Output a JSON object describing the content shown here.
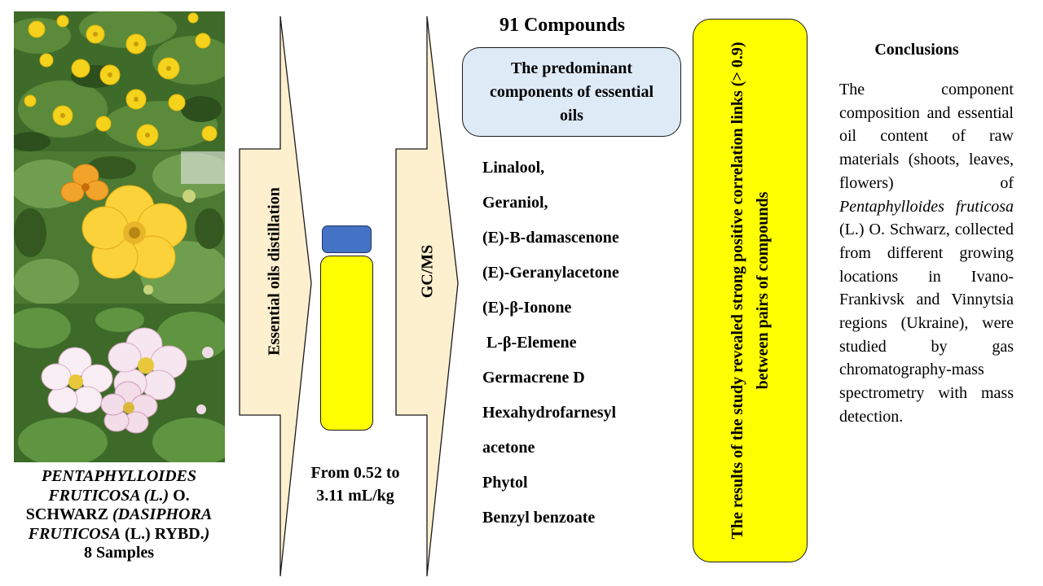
{
  "species": {
    "line1": "PENTAPHYLLOIDES",
    "line2_italic": "FRUTICOSA (L.)",
    "line2_rest": " O.",
    "line3_a": "SCHWARZ ",
    "line3_italic": "(DASIPHORA",
    "line4_italic1": "FRUTICOSA",
    "line4_mid": " (L.) RYBD.",
    "line4_italic2": ")",
    "samples": "8 Samples"
  },
  "photos": [
    "shrub-with-yellow-flowers",
    "yellow-flower-closeup",
    "pink-white-flowers"
  ],
  "step1_label": "Essential oils distillation",
  "yield": {
    "line1": "From 0.52 to",
    "line2": "3.11 mL/kg"
  },
  "step2_label": "GC/MS",
  "compounds_title": "91 Compounds",
  "predominant_box": "The predominant components of essential oils",
  "components": [
    "Linalool,",
    "Geraniol,",
    "(E)-B-damascenone",
    "(E)-Geranylacetone",
    "(E)-β-Ionone",
    " L-β-Elemene",
    "Germacrene D",
    "Hexahydrofarnesyl",
    "acetone",
    "Phytol",
    "Benzyl benzoate"
  ],
  "result_text": "The results of the study revealed strong positive correlation links (> 0.9) between pairs of compounds",
  "conclusions": {
    "title": "Conclusions",
    "text_a": "The component composition and essential oil content of raw materials (shoots, leaves, flowers) of ",
    "text_italic": "Pentaphylloides fruticosa",
    "text_b": " (L.) O. Schwarz, collected from different growing locations in Ivano-Frankivsk and Vinnytsia regions (Ukraine), were studied by gas chromatography-mass spectrometry with mass detection."
  },
  "colors": {
    "arrow_fill": "#fdf0cf",
    "vial_cap": "#4472c4",
    "vial_body": "#ffff00",
    "pred_box": "#deebf7",
    "result_box": "#ffff00"
  }
}
